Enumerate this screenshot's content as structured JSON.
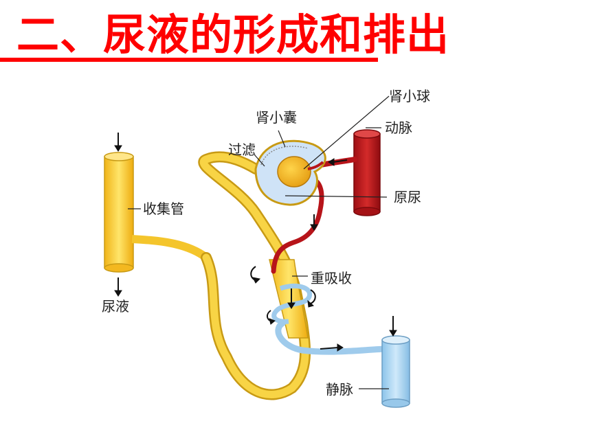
{
  "title": "二、尿液的形成和排出",
  "labels": {
    "glomerulus": "肾小球",
    "artery": "动脉",
    "capsule": "肾小囊",
    "filtration": "过滤",
    "collecting_duct": "收集管",
    "primary_urine": "原尿",
    "reabsorption": "重吸收",
    "urine": "尿液",
    "vein": "静脉"
  },
  "colors": {
    "title": "#ff0000",
    "tubule": "#f4c52c",
    "tubule_outline": "#c89a14",
    "artery": "#c3161d",
    "vein": "#a9d4ef",
    "capsule": "#cfe3f7",
    "glomerulus": "#f2b020"
  }
}
